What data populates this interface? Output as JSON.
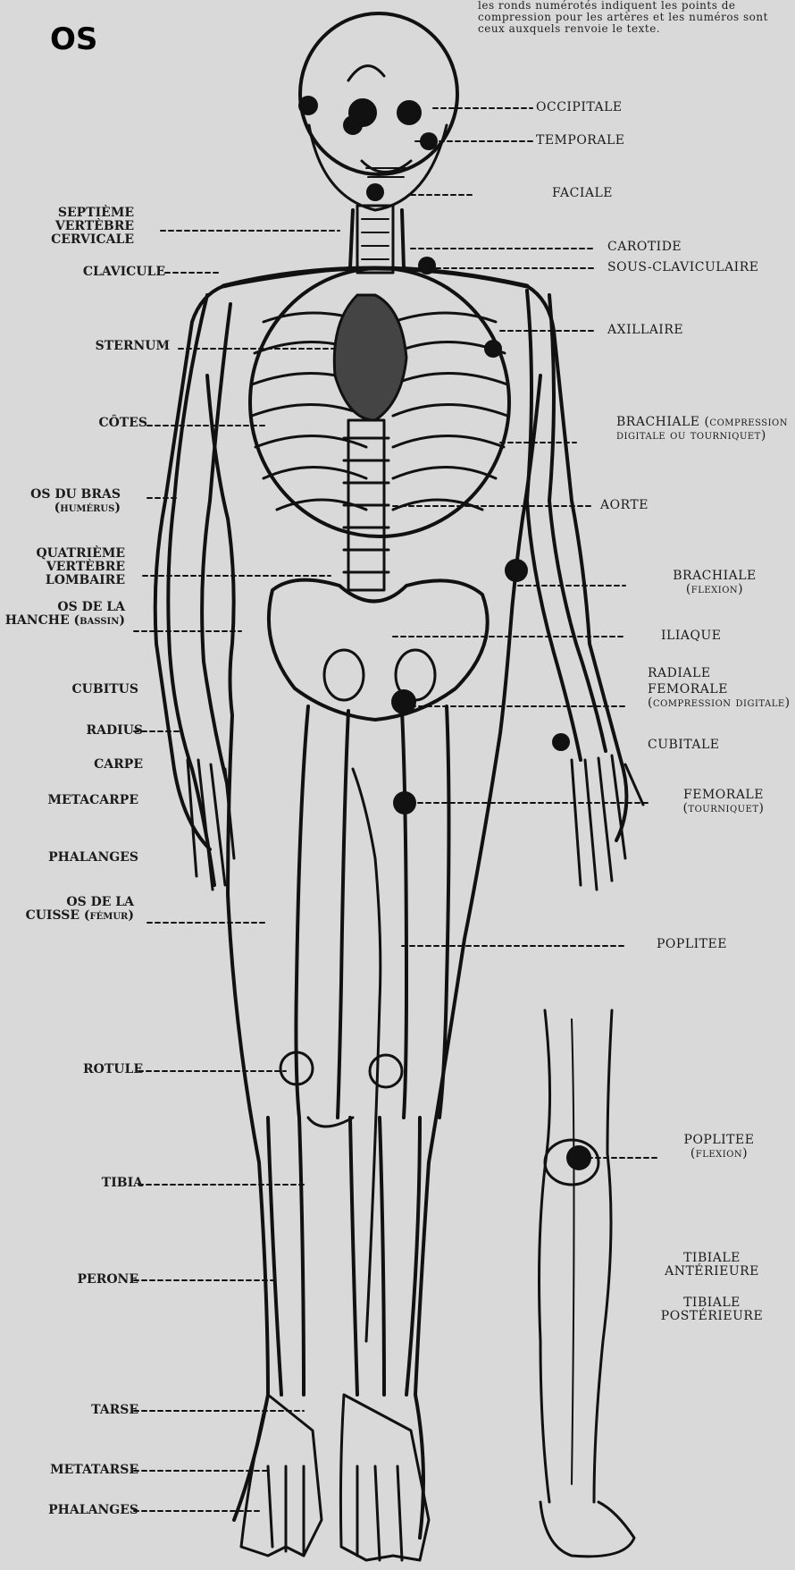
{
  "title": "OS",
  "note": "les ronds numérotés indiquent les points de compression pour les artères et les numéros sont ceux auxquels renvoie le texte.",
  "bone_labels": {
    "septieme_vertebre": "SEPTIÈME VERTÈBRE CERVICALE",
    "clavicule": "CLAVICULE",
    "sternum": "STERNUM",
    "cotes": "CÔTES",
    "humerus": "OS DU BRAS (humérus)",
    "quatrieme_vertebre": "QUATRIÈME VERTÈBRE LOMBAIRE",
    "hanche": "OS DE LA HANCHE (bassin)",
    "cubitus": "CUBITUS",
    "radius": "RADIUS",
    "carpe": "CARPE",
    "metacarpe": "METACARPE",
    "phalanges_main": "PHALANGES",
    "femur": "OS DE LA CUISSE (fémur)",
    "rotule": "ROTULE",
    "tibia": "TIBIA",
    "perone": "PERONE",
    "tarse": "TARSE",
    "metatarse": "METATARSE",
    "phalanges_pied": "PHALANGES"
  },
  "artery_labels": {
    "occipitale": "OCCIPITALE",
    "temporale": "TEMPORALE",
    "faciale": "FACIALE",
    "carotide": "CAROTIDE",
    "sous_claviculaire": "SOUS-CLAVICULAIRE",
    "axillaire": "AXILLAIRE",
    "brachiale_compression": "BRACHIALE (compression digitale ou tourniquet)",
    "aorte": "AORTE",
    "brachiale_flexion": "BRACHIALE (flexion)",
    "iliaque": "ILIAQUE",
    "radiale": "RADIALE",
    "femorale_compression": "FEMORALE (compression digitale)",
    "cubitale": "CUBITALE",
    "femorale_tourniquet": "FEMORALE (tourniquet)",
    "poplitee": "POPLITEE",
    "poplitee_flexion": "POPLITEE (flexion)",
    "tibiale_anterieure": "TIBIALE ANTÉRIEURE",
    "tibiale_posterieure": "TIBIALE POSTÉRIEURE"
  }
}
